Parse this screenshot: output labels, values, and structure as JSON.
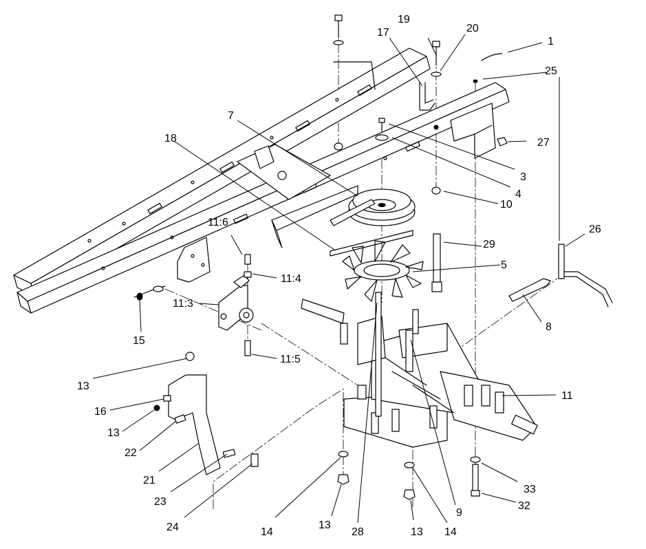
{
  "callouts": {
    "c1": "1",
    "c3": "3",
    "c4": "4",
    "c5": "5",
    "c7": "7",
    "c8": "8",
    "c9": "9",
    "c10": "10",
    "c11": "11",
    "c11_3": "11:3",
    "c11_4": "11:4",
    "c11_5": "11:5",
    "c11_6": "11:6",
    "c13a": "13",
    "c13b": "13",
    "c13c": "13",
    "c13d": "13",
    "c14a": "14",
    "c14b": "14",
    "c15": "15",
    "c16": "16",
    "c17": "17",
    "c18": "18",
    "c19": "19",
    "c20": "20",
    "c21": "21",
    "c22": "22",
    "c23": "23",
    "c24": "24",
    "c25": "25",
    "c26": "26",
    "c27": "27",
    "c28": "28",
    "c29": "29",
    "c32": "32",
    "c33": "33"
  },
  "colors": {
    "line": "#000000",
    "background": "#ffffff"
  }
}
